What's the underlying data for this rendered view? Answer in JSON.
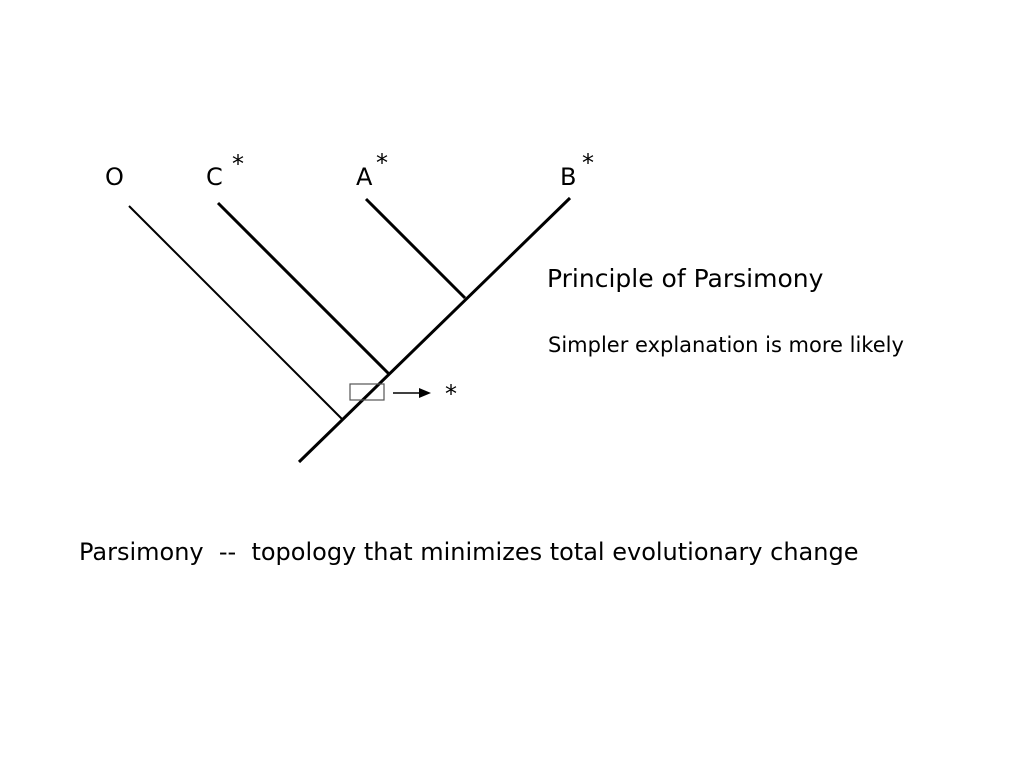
{
  "taxa": {
    "o": "O",
    "c": "C",
    "a": "A",
    "b": "B"
  },
  "change_marker": "*",
  "heading": "Principle of Parsimony",
  "subheading": "Simpler explanation is more likely",
  "definition": "Parsimony  --  topology that minimizes total evolutionary change"
}
